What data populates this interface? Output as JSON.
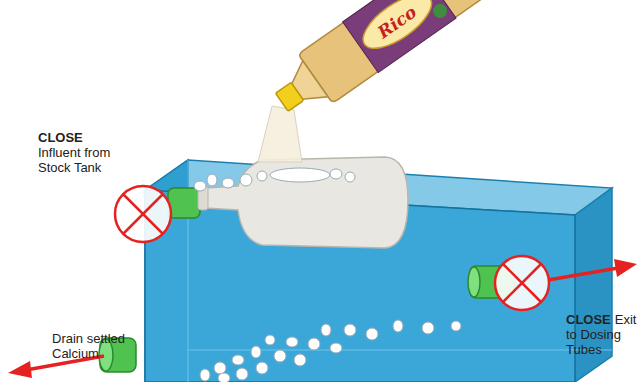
{
  "diagram": {
    "labels": [
      "CLOSE",
      "Influent from Stock Tank",
      "CLOSE",
      "Exit to Dosing Tubes",
      "Drain settled Calcium",
      "Rico"
    ]
  }
}
